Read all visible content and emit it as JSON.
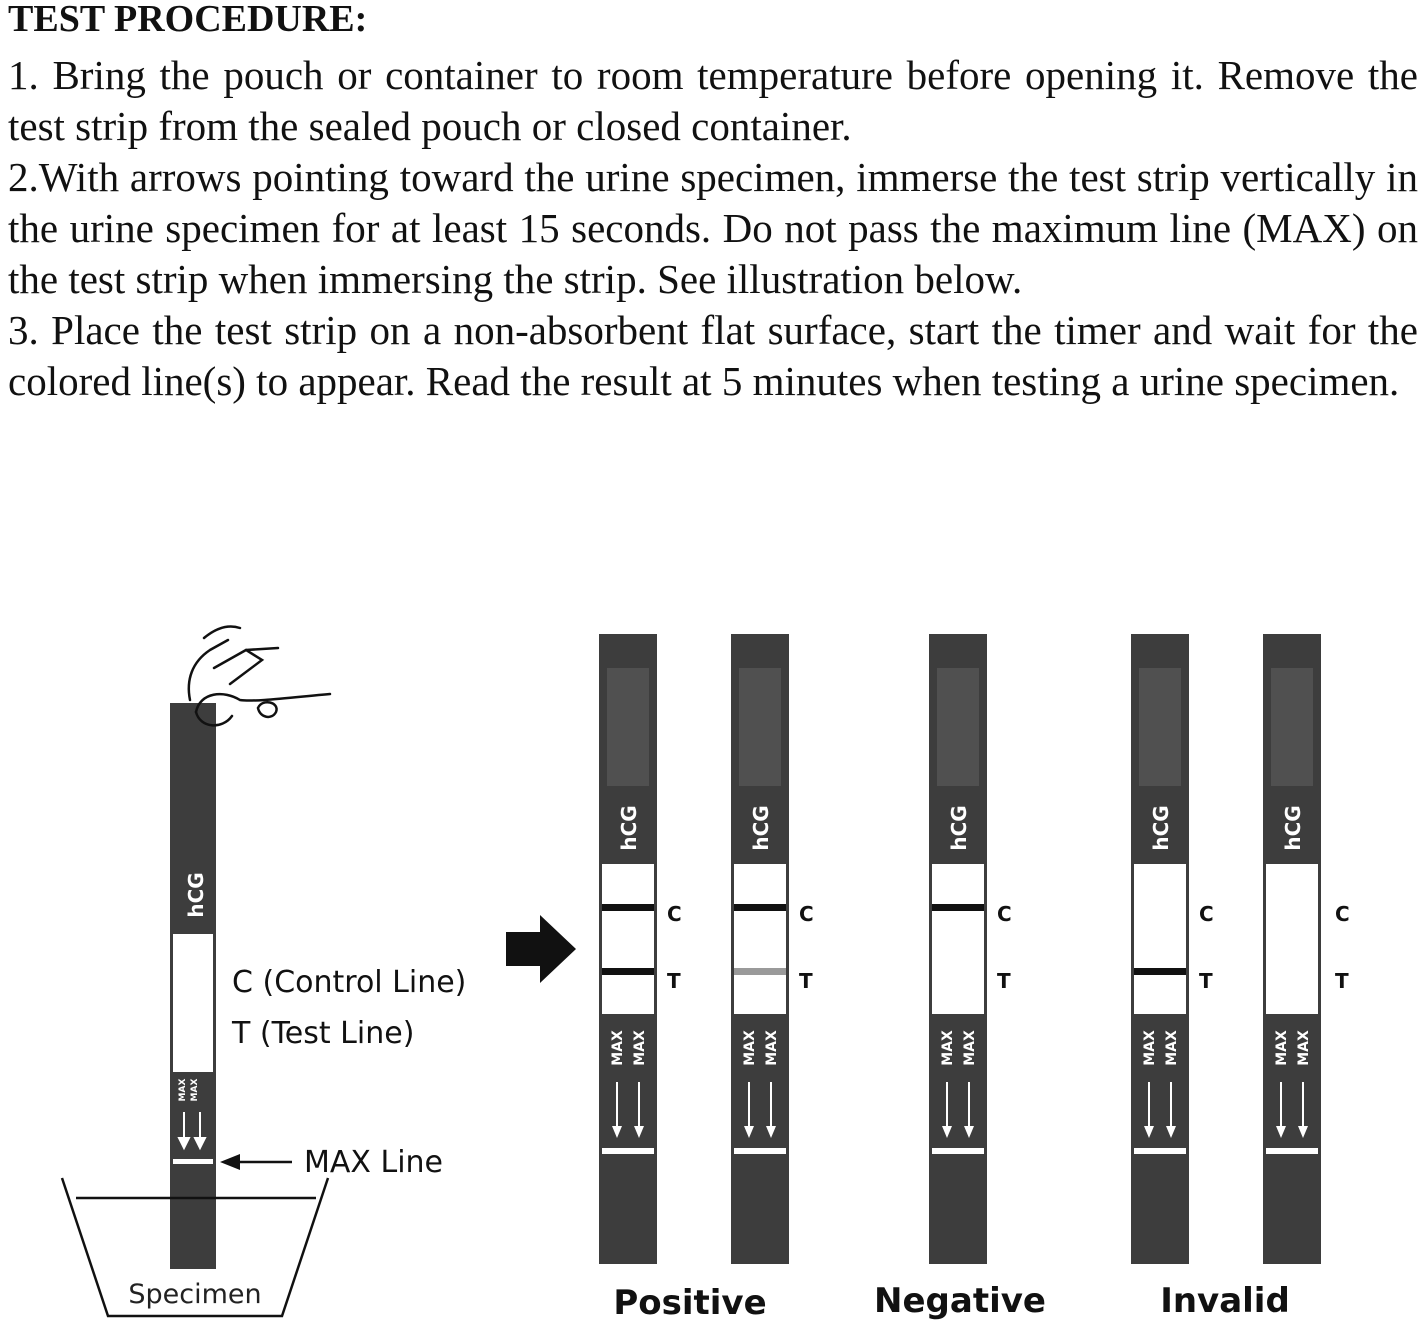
{
  "heading": "TEST PROCEDURE:",
  "steps": [
    "1. Bring the pouch or container to room temperature before opening it. Remove the test strip from the sealed pouch or closed container.",
    "2.With arrows pointing toward the urine specimen, immerse the test strip vertically in the urine specimen for at least 15 seconds. Do not pass the maximum line (MAX) on the test strip when immersing the strip. See illustration below.",
    "3. Place the test strip on a non-absorbent flat surface, start the timer and wait for the colored line(s) to appear. Read the result at 5 minutes when testing a urine specimen."
  ],
  "illustration": {
    "strip_brand": "hCG",
    "max_text": "MAX",
    "control_label": "C (Control Line)",
    "test_label": "T (Test Line)",
    "max_line_label": "MAX Line",
    "specimen_label": "Specimen",
    "c_mark": "C",
    "t_mark": "T",
    "results": [
      "Positive",
      "Negative",
      "Invalid"
    ]
  },
  "colors": {
    "strip": "#3d3d3d",
    "window": "#505050",
    "faint_line": "#9a9a9a"
  }
}
